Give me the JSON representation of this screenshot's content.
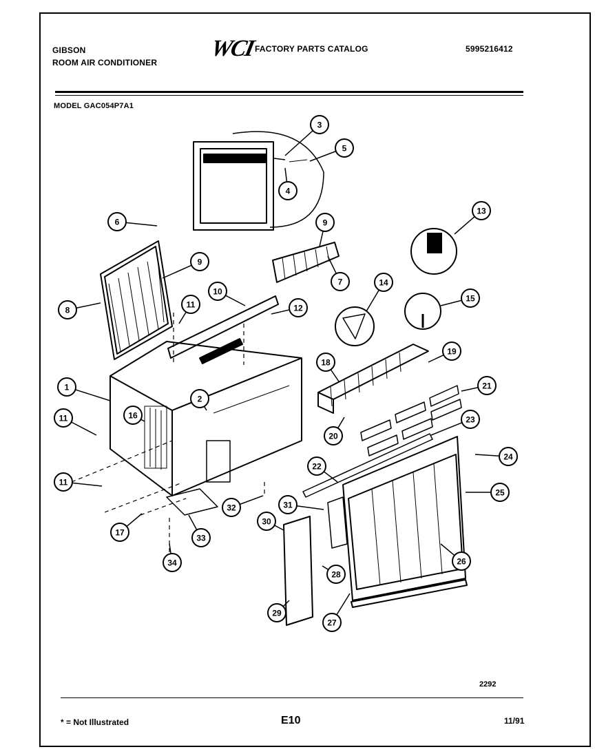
{
  "header": {
    "brand": "GIBSON",
    "product": "ROOM AIR CONDITIONER",
    "logo": "WCI",
    "catalog_title": "FACTORY PARTS CATALOG",
    "catalog_number": "5995216412",
    "model_label": "MODEL GAC054P7A1"
  },
  "callouts": [
    "1",
    "2",
    "3",
    "4",
    "5",
    "6",
    "7",
    "8",
    "9",
    "9",
    "10",
    "11",
    "11",
    "11",
    "12",
    "13",
    "14",
    "15",
    "16",
    "17",
    "18",
    "19",
    "20",
    "21",
    "22",
    "23",
    "24",
    "25",
    "26",
    "27",
    "28",
    "29",
    "30",
    "31",
    "32",
    "33",
    "34"
  ],
  "footer": {
    "diagram_code": "2292",
    "note": "* = Not Illustrated",
    "page_code": "E10",
    "date": "11/91"
  }
}
